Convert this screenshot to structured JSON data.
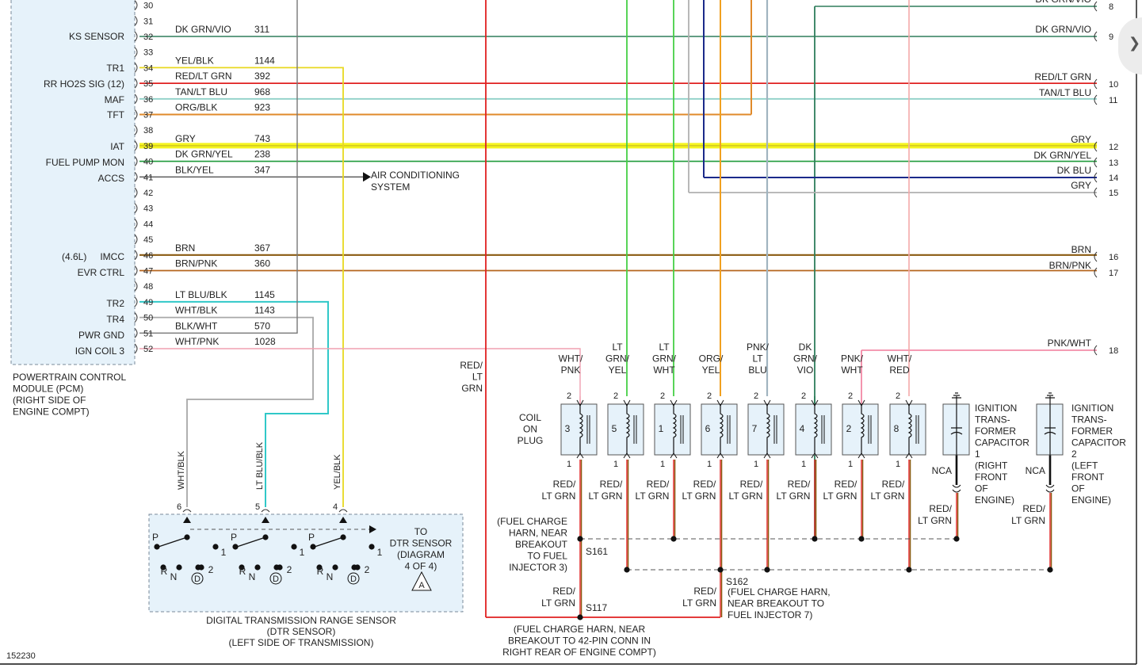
{
  "figure_id": "152230",
  "pcm": {
    "title_lines": [
      "POWERTRAIN CONTROL",
      "MODULE (PCM)",
      "(RIGHT SIDE OF",
      "ENGINE COMPT)"
    ],
    "top_pins": [
      "30",
      "31"
    ],
    "rows": [
      {
        "pin": "32",
        "sig": "KS SENSOR",
        "color": "DK GRN/VIO",
        "circuit": "311"
      },
      {
        "pin": "33",
        "sig": "",
        "color": "",
        "circuit": ""
      },
      {
        "pin": "34",
        "sig": "TR1",
        "color": "YEL/BLK",
        "circuit": "1144"
      },
      {
        "pin": "35",
        "sig": "RR HO2S SIG (12)",
        "color": "RED/LT GRN",
        "circuit": "392"
      },
      {
        "pin": "36",
        "sig": "MAF",
        "color": "TAN/LT BLU",
        "circuit": "968"
      },
      {
        "pin": "37",
        "sig": "TFT",
        "color": "ORG/BLK",
        "circuit": "923"
      },
      {
        "pin": "38",
        "sig": "",
        "color": "",
        "circuit": ""
      },
      {
        "pin": "39",
        "sig": "IAT",
        "color": "GRY",
        "circuit": "743"
      },
      {
        "pin": "40",
        "sig": "FUEL PUMP MON",
        "color": "DK GRN/YEL",
        "circuit": "238"
      },
      {
        "pin": "41",
        "sig": "ACCS",
        "color": "BLK/YEL",
        "circuit": "347"
      },
      {
        "pin": "42",
        "sig": "",
        "color": "",
        "circuit": ""
      },
      {
        "pin": "43",
        "sig": "",
        "color": "",
        "circuit": ""
      },
      {
        "pin": "44",
        "sig": "",
        "color": "",
        "circuit": ""
      },
      {
        "pin": "45",
        "sig": "",
        "color": "",
        "circuit": ""
      },
      {
        "pin": "46",
        "sig": "IMCC",
        "color": "BRN",
        "circuit": "367"
      },
      {
        "pin": "47",
        "sig": "EVR CTRL",
        "color": "BRN/PNK",
        "circuit": "360"
      },
      {
        "pin": "48",
        "sig": "",
        "color": "",
        "circuit": ""
      },
      {
        "pin": "49",
        "sig": "",
        "color": "LT BLU/BLK",
        "circuit": "1145"
      },
      {
        "pin": "50",
        "sig": "TR2",
        "color": "WHT/BLK",
        "circuit": "1143"
      },
      {
        "pin": "51",
        "sig": "TR4",
        "color": "BLK/WHT",
        "circuit": "570"
      },
      {
        "pin": "52",
        "sig": "PWR GND",
        "color": "WHT/PNK",
        "circuit": "1028"
      }
    ],
    "extra_signals": {
      "ign_coil_3": "IGN COIL 3",
      "engine_46l": "(4.6L)"
    }
  },
  "ac_system": {
    "line1": "AIR CONDITIONING",
    "line2": "SYSTEM"
  },
  "right_connector": [
    {
      "pin": "8",
      "color": "DK GRN/VIO"
    },
    {
      "pin": "9",
      "color": "DK GRN/VIO"
    },
    {
      "pin": "10",
      "color": "RED/LT GRN"
    },
    {
      "pin": "11",
      "color": "TAN/LT BLU"
    },
    {
      "pin": "12",
      "color": "GRY"
    },
    {
      "pin": "13",
      "color": "DK GRN/YEL"
    },
    {
      "pin": "14",
      "color": "DK BLU"
    },
    {
      "pin": "15",
      "color": "GRY"
    },
    {
      "pin": "16",
      "color": "BRN"
    },
    {
      "pin": "17",
      "color": "BRN/PNK"
    },
    {
      "pin": "18",
      "color": "PNK/WHT"
    }
  ],
  "feed_wire": [
    "RED/",
    "LT",
    "GRN"
  ],
  "coils": {
    "label": [
      "COIL",
      "ON",
      "PLUG"
    ],
    "items": [
      {
        "num": "3",
        "color": [
          "WHT/",
          "PNK"
        ],
        "pin_top": "2",
        "pin_bottom": "1",
        "bottom_color": [
          "RED/",
          "LT GRN"
        ]
      },
      {
        "num": "5",
        "color": [
          "LT",
          "GRN/",
          "YEL"
        ],
        "pin_top": "2",
        "pin_bottom": "1",
        "bottom_color": [
          "RED/",
          "LT GRN"
        ]
      },
      {
        "num": "1",
        "color": [
          "LT",
          "GRN/",
          "WHT"
        ],
        "pin_top": "2",
        "pin_bottom": "1",
        "bottom_color": [
          "RED/",
          "LT GRN"
        ]
      },
      {
        "num": "6",
        "color": [
          "ORG/",
          "YEL"
        ],
        "pin_top": "2",
        "pin_bottom": "1",
        "bottom_color": [
          "RED/",
          "LT GRN"
        ]
      },
      {
        "num": "7",
        "color": [
          "PNK/",
          "LT",
          "BLU"
        ],
        "pin_top": "2",
        "pin_bottom": "1",
        "bottom_color": [
          "RED/",
          "LT GRN"
        ]
      },
      {
        "num": "4",
        "color": [
          "DK",
          "GRN/",
          "VIO"
        ],
        "pin_top": "2",
        "pin_bottom": "1",
        "bottom_color": [
          "RED/",
          "LT GRN"
        ]
      },
      {
        "num": "2",
        "color": [
          "PNK/",
          "WHT"
        ],
        "pin_top": "2",
        "pin_bottom": "1",
        "bottom_color": [
          "RED/",
          "LT GRN"
        ]
      },
      {
        "num": "8",
        "color": [
          "WHT/",
          "RED"
        ],
        "pin_top": "2",
        "pin_bottom": "1",
        "bottom_color": [
          "RED/",
          "LT GRN"
        ]
      }
    ]
  },
  "capacitors": [
    {
      "label": [
        "IGNITION",
        "TRANS-",
        "FORMER",
        "CAPACITOR",
        "1",
        "(RIGHT",
        "FRONT",
        "OF",
        "ENGINE)"
      ],
      "nca": "NCA",
      "wire": [
        "RED/",
        "LT GRN"
      ]
    },
    {
      "label": [
        "IGNITION",
        "TRANS-",
        "FORMER",
        "CAPACITOR",
        "2",
        "(LEFT",
        "FRONT",
        "OF",
        "ENGINE)"
      ],
      "nca": "NCA",
      "wire": [
        "RED/",
        "LT GRN"
      ]
    }
  ],
  "splices": {
    "s161": {
      "id": "S161",
      "desc": [
        "(FUEL CHARGE",
        "HARN, NEAR",
        "BREAKOUT",
        "TO FUEL",
        "INJECTOR 3)"
      ]
    },
    "s162": {
      "id": "S162",
      "desc": [
        "(FUEL CHARGE HARN,",
        "NEAR BREAKOUT TO",
        "FUEL INJECTOR 7)"
      ],
      "wire": [
        "RED/",
        "LT GRN"
      ]
    },
    "s117": {
      "id": "S117",
      "desc": [
        "(FUEL CHARGE HARN, NEAR",
        "BREAKOUT TO 42-PIN CONN IN",
        "RIGHT REAR OF ENGINE COMPT)"
      ],
      "wire": [
        "RED/",
        "LT GRN"
      ]
    }
  },
  "dtr": {
    "title": [
      "DIGITAL TRANSMISSION RANGE SENSOR",
      "(DTR SENSOR)",
      "(LEFT SIDE OF TRANSMISSION)"
    ],
    "to_text": [
      "TO",
      "DTR SENSOR",
      "(DIAGRAM",
      "4 OF 4)"
    ],
    "inputs": [
      {
        "pin": "6",
        "wire": "WHT/BLK"
      },
      {
        "pin": "5",
        "wire": "LT BLU/BLK"
      },
      {
        "pin": "4",
        "wire": "YEL/BLK"
      }
    ],
    "switch_labels": {
      "p": "P",
      "r": "R",
      "n": "N",
      "d": "D",
      "two": "2",
      "one": "1",
      "a": "A"
    }
  },
  "colors": {
    "dk_grn_vio": "#2e7d5b",
    "yel_blk": "#e8d820",
    "red_lt_grn": "#e02020",
    "tan_lt_blu": "#8fd0c8",
    "org_blk": "#e08a2a",
    "gry": "#b0b0b0",
    "gry_highlight": "#f5f520",
    "dk_grn_yel": "#1f9a3a",
    "blk_yel": "#555555",
    "brn": "#8a5a10",
    "brn_pnk": "#b5651d",
    "lt_blu_blk": "#30c8c8",
    "wht_blk": "#a8a8a8",
    "blk_wht": "#777777",
    "wht_pnk": "#f0a0b0",
    "dk_blu": "#1b2a8a",
    "lt_grn": "#45d045",
    "org_yel": "#f0a020",
    "pnk_lt_blu": "#a0b4c0",
    "pnk_wht": "#f07a9a",
    "wht_red": "#f4a8a8",
    "box_fill": "#e6f2fa"
  }
}
